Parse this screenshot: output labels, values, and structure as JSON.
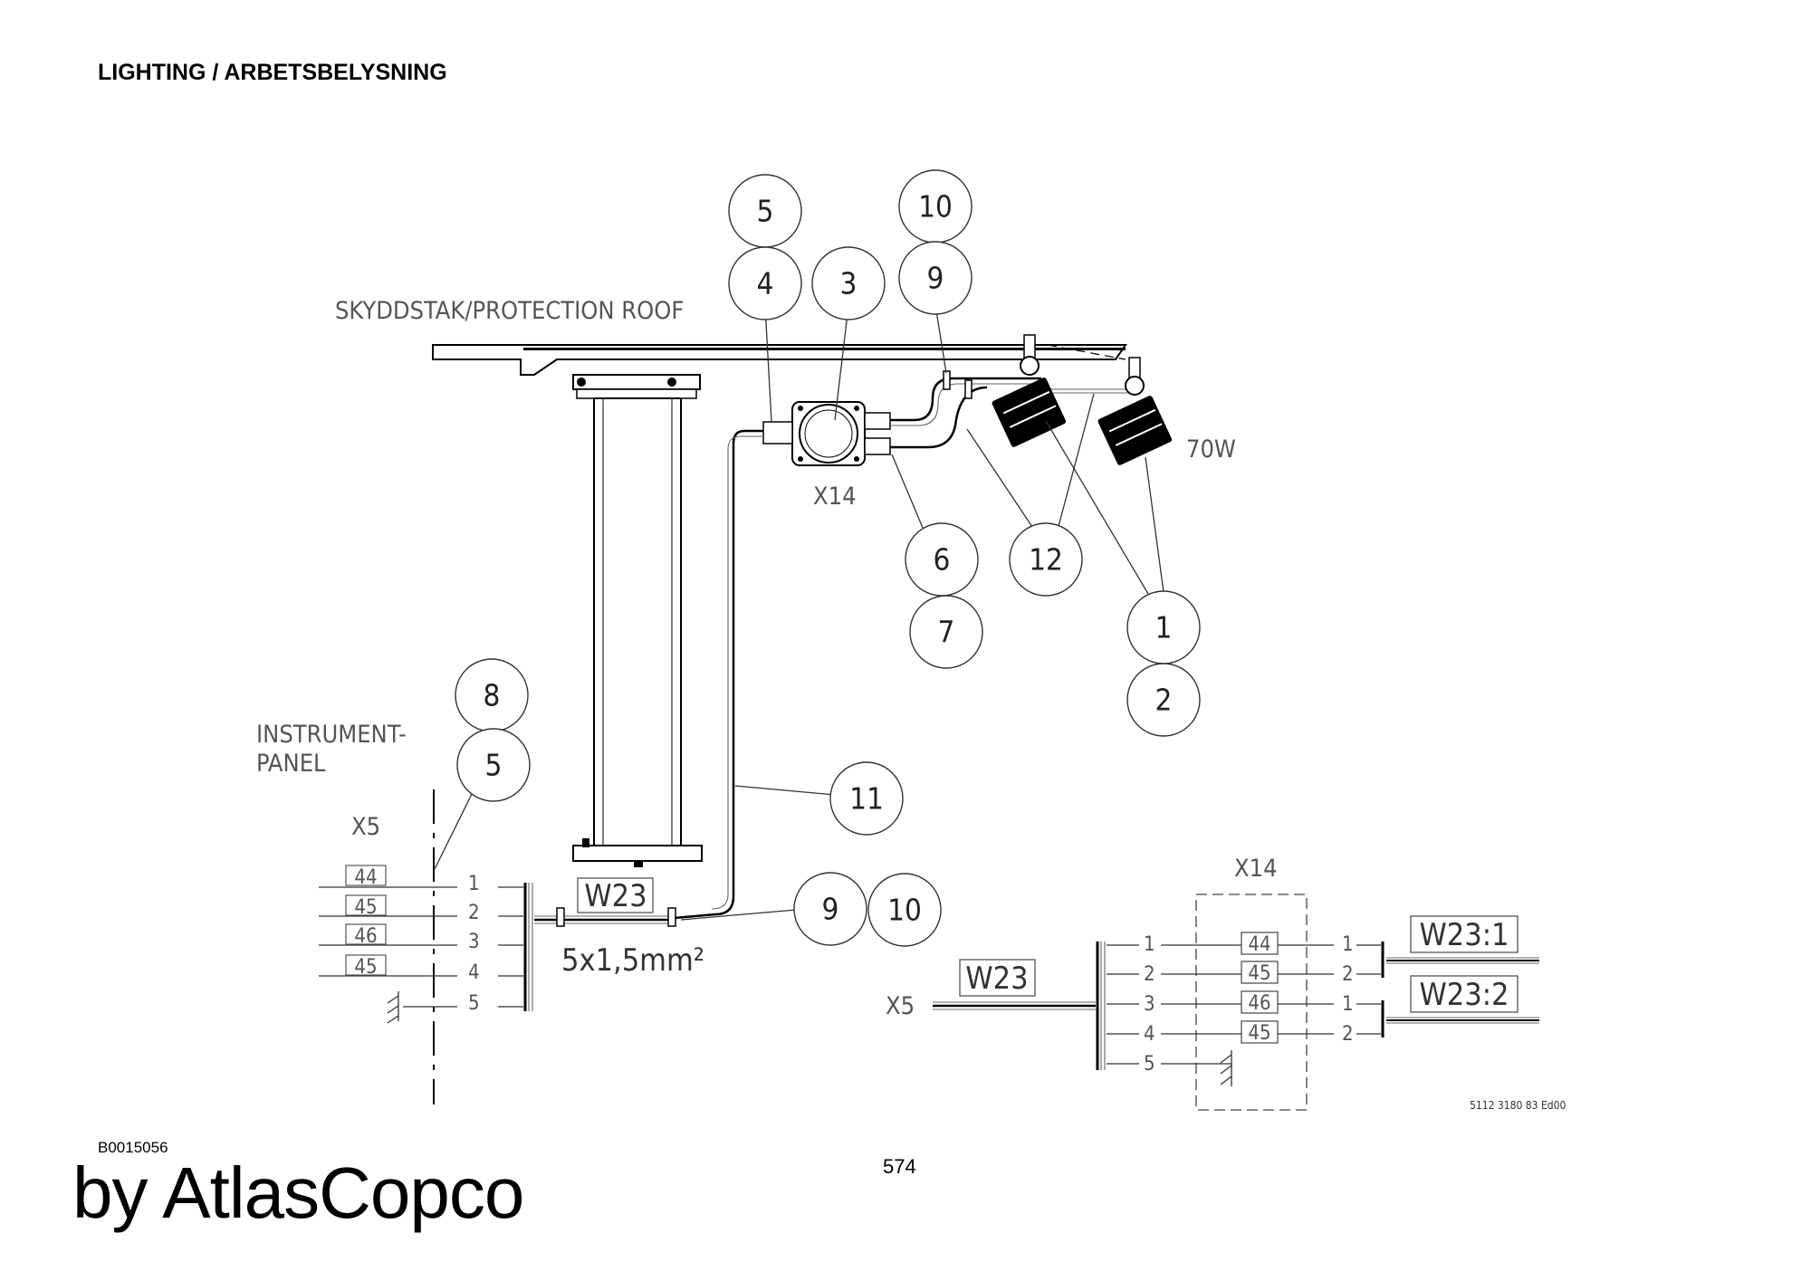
{
  "header": {
    "title": "LIGHTING / ARBETSBELYSNING"
  },
  "footer": {
    "doc_id": "B0015056",
    "brand": "by AtlasCopco",
    "page_number": "574"
  },
  "drawing": {
    "roof_label": "SKYDDSTAK/PROTECTION ROOF",
    "junction_box_label": "X14",
    "lamp_power": "70W",
    "panel_label_line1": "INSTRUMENT-",
    "panel_label_line2": "PANEL",
    "left_connector_label": "X5",
    "cable_label": "W23",
    "cable_spec": "5x1,5mm²",
    "balloons": [
      "5",
      "10",
      "4",
      "3",
      "9",
      "6",
      "7",
      "12",
      "1",
      "2",
      "8",
      "5",
      "11",
      "9",
      "10"
    ],
    "left_terminal": {
      "wire_codes": [
        "44",
        "45",
        "46",
        "45"
      ],
      "pin_numbers": [
        "1",
        "2",
        "3",
        "4",
        "5"
      ]
    },
    "right_schematic": {
      "box_label": "X14",
      "cable_label": "W23",
      "connector_label": "X5",
      "pin_numbers_in": [
        "1",
        "2",
        "3",
        "4",
        "5"
      ],
      "wire_codes": [
        "44",
        "45",
        "46",
        "45"
      ],
      "pin_numbers_out": [
        "1",
        "2",
        "1",
        "2"
      ],
      "outputs": [
        "W23:1",
        "W23:2"
      ],
      "drawing_number": "5112 3180 83 Ed00"
    }
  }
}
